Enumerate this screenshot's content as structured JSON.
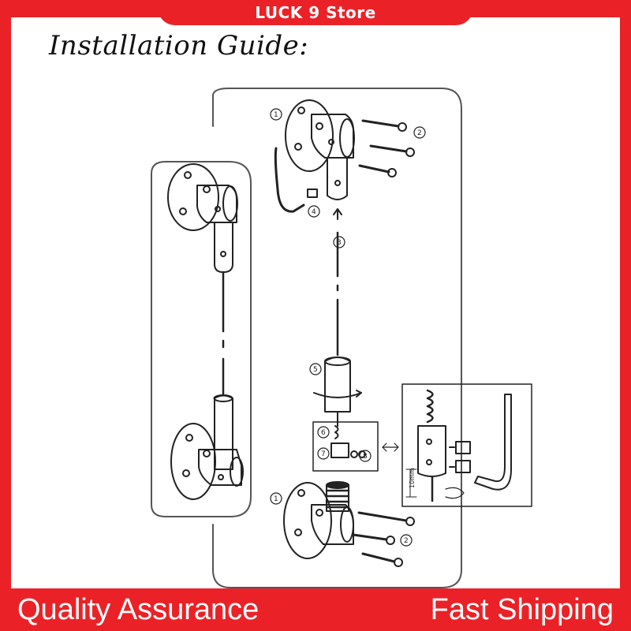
{
  "banner": {
    "store_name": "LUCK 9 Store"
  },
  "guide": {
    "title": "Installation Guide:",
    "step_numbers": [
      "1",
      "2",
      "3",
      "4",
      "5",
      "6",
      "7",
      "8"
    ],
    "dimension_label": "10mm"
  },
  "footer": {
    "left_text": "Quality Assurance",
    "right_text": "Fast Shipping"
  },
  "colors": {
    "brand_red": "#ea2227",
    "line": "#222222"
  }
}
